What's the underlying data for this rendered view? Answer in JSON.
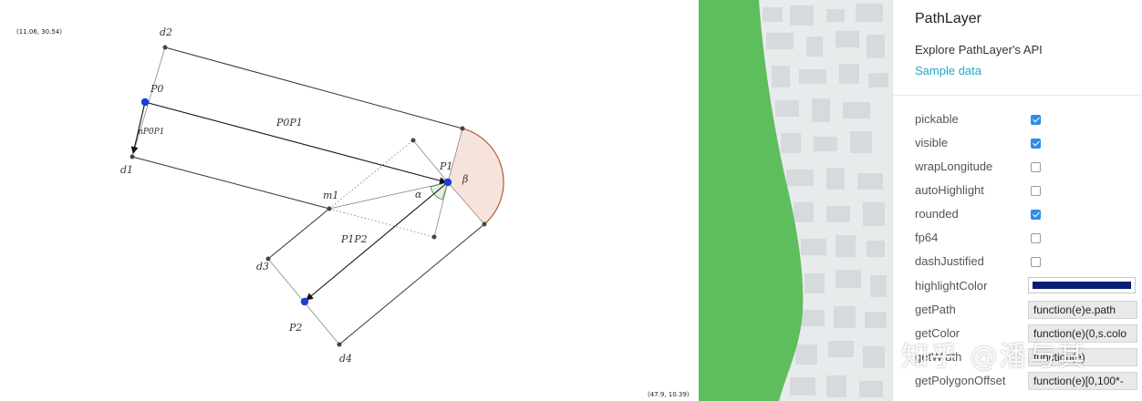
{
  "diagram": {
    "coord_top_left": "(11.06, 30.54)",
    "coord_bottom_right": "(47.9, 10.39)",
    "labels": {
      "d1": "d1",
      "d2": "d2",
      "d3": "d3",
      "d4": "d4",
      "P0": "P0",
      "P1": "P1",
      "P2": "P2",
      "m1": "m1",
      "alpha": "α",
      "beta": "β",
      "vec_P0P1": "P0P1",
      "vec_P1P2": "P1P2",
      "normal_P0P1": "nP0P1"
    }
  },
  "panel": {
    "title": "PathLayer",
    "subtitle": "Explore PathLayer's API",
    "link": "Sample data",
    "props": [
      {
        "label": "pickable",
        "type": "checkbox",
        "checked": true
      },
      {
        "label": "visible",
        "type": "checkbox",
        "checked": true
      },
      {
        "label": "wrapLongitude",
        "type": "checkbox",
        "checked": false
      },
      {
        "label": "autoHighlight",
        "type": "checkbox",
        "checked": false
      },
      {
        "label": "rounded",
        "type": "checkbox",
        "checked": true
      },
      {
        "label": "fp64",
        "type": "checkbox",
        "checked": false
      },
      {
        "label": "dashJustified",
        "type": "checkbox",
        "checked": false
      },
      {
        "label": "highlightColor",
        "type": "color",
        "color": "#0a1e78"
      },
      {
        "label": "getPath",
        "type": "function",
        "value": "function(e)e.path"
      },
      {
        "label": "getColor",
        "type": "function",
        "value": "function(e)(0,s.colo"
      },
      {
        "label": "getWidth",
        "type": "function",
        "value": "function(e)"
      },
      {
        "label": "getPolygonOffset",
        "type": "function",
        "value": "function(e)[0,100*-"
      }
    ]
  },
  "watermark": "知乎 @潘与其",
  "colors": {
    "map_green": "#5ebd5d",
    "map_bg": "#e8ebec",
    "link": "#22a8c8",
    "checkbox": "#2f8ce8",
    "arc_fill": "#f6e4dc",
    "arc_stroke": "#b15a3a",
    "point": "#1a3fd6"
  }
}
